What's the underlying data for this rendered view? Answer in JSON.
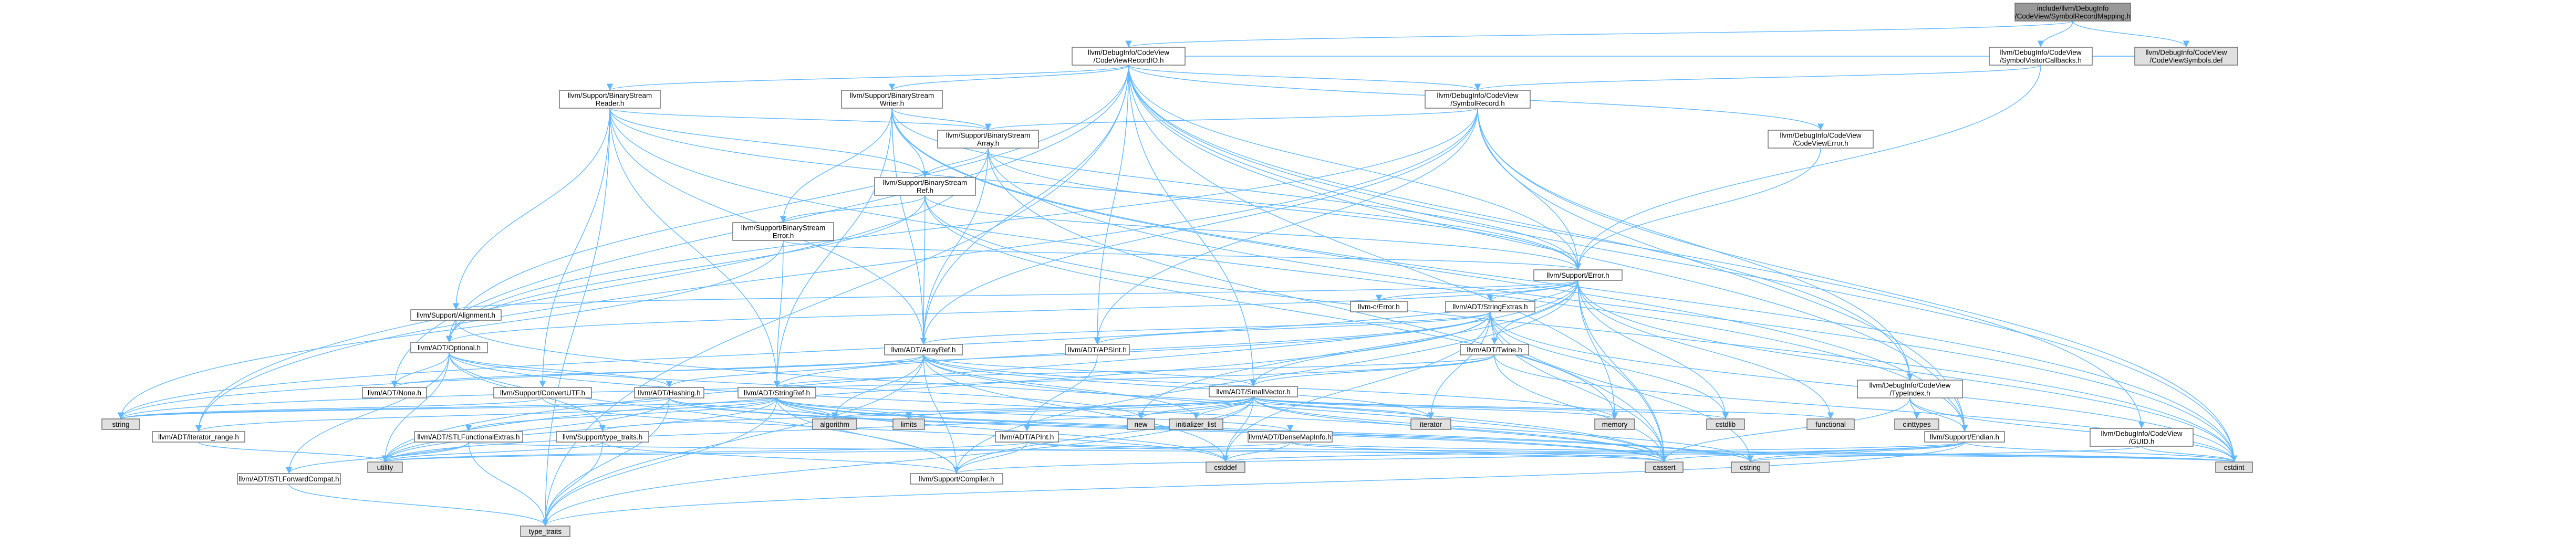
{
  "colors": {
    "edge": "#63B8FF",
    "node_border": "#666666",
    "node_border_highlight": "#FF0000",
    "root_fill": "#999999",
    "node_fill": "#ffffff",
    "generated_fill": "#E0E0E0"
  },
  "nodes": [
    {
      "id": "root",
      "style": "root",
      "lines": [
        "include/llvm/DebugInfo",
        "/CodeView/SymbolRecordMapping.h"
      ]
    },
    {
      "id": "cvrecordio",
      "style": "normal",
      "lines": [
        "llvm/DebugInfo/CodeView",
        "/CodeViewRecordIO.h"
      ]
    },
    {
      "id": "svcallbacks",
      "style": "normal",
      "lines": [
        "llvm/DebugInfo/CodeView",
        "/SymbolVisitorCallbacks.h"
      ]
    },
    {
      "id": "cvsymbolsdef",
      "style": "generated",
      "lines": [
        "llvm/DebugInfo/CodeView",
        "/CodeViewSymbols.def"
      ]
    },
    {
      "id": "bsreader",
      "style": "normal",
      "lines": [
        "llvm/Support/BinaryStream",
        "Reader.h"
      ]
    },
    {
      "id": "bswriter",
      "style": "normal",
      "lines": [
        "llvm/Support/BinaryStream",
        "Writer.h"
      ]
    },
    {
      "id": "symbolrecord",
      "style": "red",
      "lines": [
        "llvm/DebugInfo/CodeView",
        "/SymbolRecord.h"
      ]
    },
    {
      "id": "bsarray",
      "style": "red",
      "lines": [
        "llvm/Support/BinaryStream",
        "Array.h"
      ]
    },
    {
      "id": "cverror",
      "style": "normal",
      "lines": [
        "llvm/DebugInfo/CodeView",
        "/CodeViewError.h"
      ]
    },
    {
      "id": "bsref",
      "style": "red",
      "lines": [
        "llvm/Support/BinaryStream",
        "Ref.h"
      ]
    },
    {
      "id": "bserror",
      "style": "normal",
      "lines": [
        "llvm/Support/BinaryStream",
        "Error.h"
      ]
    },
    {
      "id": "error",
      "style": "red",
      "lines": [
        "llvm/Support/Error.h"
      ]
    },
    {
      "id": "cerror",
      "style": "red",
      "lines": [
        "llvm-c/Error.h"
      ]
    },
    {
      "id": "stringextras",
      "style": "red",
      "lines": [
        "llvm/ADT/StringExtras.h"
      ]
    },
    {
      "id": "alignment",
      "style": "red",
      "lines": [
        "llvm/Support/Alignment.h"
      ]
    },
    {
      "id": "optional",
      "style": "normal",
      "lines": [
        "llvm/ADT/Optional.h"
      ]
    },
    {
      "id": "arrayref",
      "style": "red",
      "lines": [
        "llvm/ADT/ArrayRef.h"
      ]
    },
    {
      "id": "apsint",
      "style": "normal",
      "lines": [
        "llvm/ADT/APSInt.h"
      ]
    },
    {
      "id": "twine",
      "style": "red",
      "lines": [
        "llvm/ADT/Twine.h"
      ]
    },
    {
      "id": "smallvector",
      "style": "normal",
      "lines": [
        "llvm/ADT/SmallVector.h"
      ]
    },
    {
      "id": "none",
      "style": "normal",
      "lines": [
        "llvm/ADT/None.h"
      ]
    },
    {
      "id": "convertutf",
      "style": "normal",
      "lines": [
        "llvm/Support/ConvertUTF.h"
      ]
    },
    {
      "id": "hashing",
      "style": "red",
      "lines": [
        "llvm/ADT/Hashing.h"
      ]
    },
    {
      "id": "stringref",
      "style": "normal",
      "lines": [
        "llvm/ADT/StringRef.h"
      ]
    },
    {
      "id": "typeindex",
      "style": "normal",
      "lines": [
        "llvm/DebugInfo/CodeView",
        "/TypeIndex.h"
      ]
    },
    {
      "id": "iteratorrange",
      "style": "normal",
      "lines": [
        "llvm/ADT/iterator_range.h"
      ]
    },
    {
      "id": "stlfunctionalextras",
      "style": "normal",
      "lines": [
        "llvm/ADT/STLFunctionalExtras.h"
      ]
    },
    {
      "id": "typetraitsh",
      "style": "normal",
      "lines": [
        "llvm/Support/type_traits.h"
      ]
    },
    {
      "id": "apint",
      "style": "red",
      "lines": [
        "llvm/ADT/APInt.h"
      ]
    },
    {
      "id": "densemapinfo",
      "style": "red",
      "lines": [
        "llvm/ADT/DenseMapInfo.h"
      ]
    },
    {
      "id": "endian",
      "style": "red",
      "lines": [
        "llvm/Support/Endian.h"
      ]
    },
    {
      "id": "guid",
      "style": "normal",
      "lines": [
        "llvm/DebugInfo/CodeView",
        "/GUID.h"
      ]
    },
    {
      "id": "stlforwardcompat",
      "style": "normal",
      "lines": [
        "llvm/ADT/STLForwardCompat.h"
      ]
    },
    {
      "id": "compiler",
      "style": "red",
      "lines": [
        "llvm/Support/Compiler.h"
      ]
    },
    {
      "id": "string",
      "style": "sys",
      "lines": [
        "string"
      ]
    },
    {
      "id": "algorithm",
      "style": "sys",
      "lines": [
        "algorithm"
      ]
    },
    {
      "id": "limits",
      "style": "sys",
      "lines": [
        "limits"
      ]
    },
    {
      "id": "new",
      "style": "sys",
      "lines": [
        "new"
      ]
    },
    {
      "id": "initializer_list",
      "style": "sys",
      "lines": [
        "initializer_list"
      ]
    },
    {
      "id": "iterator",
      "style": "sys",
      "lines": [
        "iterator"
      ]
    },
    {
      "id": "memory",
      "style": "sys",
      "lines": [
        "memory"
      ]
    },
    {
      "id": "cstdlib",
      "style": "sys",
      "lines": [
        "cstdlib"
      ]
    },
    {
      "id": "functional",
      "style": "sys",
      "lines": [
        "functional"
      ]
    },
    {
      "id": "cinttypes",
      "style": "sys",
      "lines": [
        "cinttypes"
      ]
    },
    {
      "id": "utility",
      "style": "sys",
      "lines": [
        "utility"
      ]
    },
    {
      "id": "cstddef",
      "style": "sys",
      "lines": [
        "cstddef"
      ]
    },
    {
      "id": "cassert",
      "style": "sys",
      "lines": [
        "cassert"
      ]
    },
    {
      "id": "cstring",
      "style": "sys",
      "lines": [
        "cstring"
      ]
    },
    {
      "id": "cstdint",
      "style": "sys",
      "lines": [
        "cstdint"
      ]
    },
    {
      "id": "type_traits",
      "style": "sys",
      "lines": [
        "type_traits"
      ]
    }
  ],
  "edges": [
    [
      "root",
      "cvrecordio"
    ],
    [
      "root",
      "svcallbacks"
    ],
    [
      "root",
      "cvsymbolsdef"
    ],
    [
      "cvrecordio",
      "bsreader"
    ],
    [
      "cvrecordio",
      "bswriter"
    ],
    [
      "cvrecordio",
      "symbolrecord"
    ],
    [
      "cvrecordio",
      "cverror"
    ],
    [
      "cvrecordio",
      "typeindex"
    ],
    [
      "cvrecordio",
      "guid"
    ],
    [
      "cvrecordio",
      "error"
    ],
    [
      "cvrecordio",
      "optional"
    ],
    [
      "cvrecordio",
      "arrayref"
    ],
    [
      "cvrecordio",
      "apsint"
    ],
    [
      "cvrecordio",
      "smallvector"
    ],
    [
      "cvrecordio",
      "none"
    ],
    [
      "cvrecordio",
      "cvsymbolsdef"
    ],
    [
      "cvrecordio",
      "cstdint"
    ],
    [
      "cvrecordio",
      "type_traits"
    ],
    [
      "cvrecordio",
      "cassert"
    ],
    [
      "cvrecordio",
      "endian"
    ],
    [
      "svcallbacks",
      "symbolrecord"
    ],
    [
      "svcallbacks",
      "cvsymbolsdef"
    ],
    [
      "svcallbacks",
      "error"
    ],
    [
      "bsreader",
      "bsarray"
    ],
    [
      "bsreader",
      "bsref"
    ],
    [
      "bsreader",
      "alignment"
    ],
    [
      "bsreader",
      "arrayref"
    ],
    [
      "bsreader",
      "stringref"
    ],
    [
      "bsreader",
      "convertutf"
    ],
    [
      "bsreader",
      "endian"
    ],
    [
      "bsreader",
      "error"
    ],
    [
      "bsreader",
      "type_traits"
    ],
    [
      "bswriter",
      "bsarray"
    ],
    [
      "bswriter",
      "bserror"
    ],
    [
      "bswriter",
      "bsref"
    ],
    [
      "bswriter",
      "arrayref"
    ],
    [
      "bswriter",
      "stringref"
    ],
    [
      "bswriter",
      "error"
    ],
    [
      "bswriter",
      "endian"
    ],
    [
      "bswriter",
      "cstdint"
    ],
    [
      "symbolrecord",
      "bsarray"
    ],
    [
      "symbolrecord",
      "arrayref"
    ],
    [
      "symbolrecord",
      "apsint"
    ],
    [
      "symbolrecord",
      "optional"
    ],
    [
      "symbolrecord",
      "iteratorrange"
    ],
    [
      "symbolrecord",
      "typeindex"
    ],
    [
      "symbolrecord",
      "endian"
    ],
    [
      "symbolrecord",
      "error"
    ],
    [
      "symbolrecord",
      "cstdint"
    ],
    [
      "symbolrecord",
      "vector_none"
    ],
    [
      "bsarray",
      "bsref"
    ],
    [
      "bsarray",
      "arrayref"
    ],
    [
      "bsarray",
      "iteratorrange"
    ],
    [
      "bsarray",
      "error"
    ],
    [
      "bsarray",
      "cassert"
    ],
    [
      "bsarray",
      "cstdint"
    ],
    [
      "cverror",
      "error"
    ],
    [
      "bsref",
      "bserror"
    ],
    [
      "bsref",
      "arrayref"
    ],
    [
      "bsref",
      "optional"
    ],
    [
      "bsref",
      "error"
    ],
    [
      "bsref",
      "cstdint"
    ],
    [
      "bsref",
      "memory"
    ],
    [
      "bserror",
      "stringref"
    ],
    [
      "bserror",
      "error"
    ],
    [
      "bserror",
      "string"
    ],
    [
      "error",
      "cerror"
    ],
    [
      "error",
      "stringextras"
    ],
    [
      "error",
      "twine"
    ],
    [
      "error",
      "alignment"
    ],
    [
      "error",
      "compiler"
    ],
    [
      "error",
      "cassert"
    ],
    [
      "error",
      "cstdint"
    ],
    [
      "error",
      "cstdlib"
    ],
    [
      "error",
      "functional"
    ],
    [
      "error",
      "memory"
    ],
    [
      "error",
      "new"
    ],
    [
      "error",
      "optional"
    ],
    [
      "error",
      "string"
    ],
    [
      "error",
      "utility"
    ],
    [
      "error",
      "vector_none"
    ],
    [
      "stringextras",
      "apsint"
    ],
    [
      "stringextras",
      "arrayref"
    ],
    [
      "stringextras",
      "smallvector"
    ],
    [
      "stringextras",
      "stringref"
    ],
    [
      "stringextras",
      "twine"
    ],
    [
      "stringextras",
      "cassert"
    ],
    [
      "stringextras",
      "cstddef"
    ],
    [
      "stringextras",
      "cstdint"
    ],
    [
      "stringextras",
      "cstdlib"
    ],
    [
      "stringextras",
      "cstring"
    ],
    [
      "stringextras",
      "iterator"
    ],
    [
      "stringextras",
      "string"
    ],
    [
      "stringextras",
      "utility"
    ],
    [
      "alignment",
      "optional"
    ],
    [
      "alignment",
      "cassert"
    ],
    [
      "optional",
      "none"
    ],
    [
      "optional",
      "stlforwardcompat"
    ],
    [
      "optional",
      "compiler"
    ],
    [
      "optional",
      "typetraitsh"
    ],
    [
      "optional",
      "cassert"
    ],
    [
      "optional",
      "new"
    ],
    [
      "optional",
      "utility"
    ],
    [
      "optional",
      "hashing"
    ],
    [
      "arrayref",
      "hashing"
    ],
    [
      "arrayref",
      "none"
    ],
    [
      "arrayref",
      "smallvector"
    ],
    [
      "arrayref",
      "stlextras_none"
    ],
    [
      "arrayref",
      "compiler"
    ],
    [
      "arrayref",
      "algorithm"
    ],
    [
      "arrayref",
      "array_none"
    ],
    [
      "arrayref",
      "cassert"
    ],
    [
      "arrayref",
      "cstddef"
    ],
    [
      "arrayref",
      "initializer_list"
    ],
    [
      "arrayref",
      "iterator"
    ],
    [
      "arrayref",
      "memory"
    ],
    [
      "arrayref",
      "type_traits"
    ],
    [
      "arrayref",
      "vector_none"
    ],
    [
      "apsint",
      "apint"
    ],
    [
      "twine",
      "smallvector"
    ],
    [
      "twine",
      "stringref"
    ],
    [
      "twine",
      "cassert"
    ],
    [
      "twine",
      "cstdint"
    ],
    [
      "twine",
      "string"
    ],
    [
      "smallvector",
      "compiler"
    ],
    [
      "smallvector",
      "typetraitsh"
    ],
    [
      "smallvector",
      "algorithm"
    ],
    [
      "smallvector",
      "cassert"
    ],
    [
      "smallvector",
      "cstddef"
    ],
    [
      "smallvector",
      "cstdlib"
    ],
    [
      "smallvector",
      "cstring"
    ],
    [
      "smallvector",
      "functional"
    ],
    [
      "smallvector",
      "initializer_list"
    ],
    [
      "smallvector",
      "iterator"
    ],
    [
      "smallvector",
      "limits"
    ],
    [
      "smallvector",
      "memory"
    ],
    [
      "smallvector",
      "new"
    ],
    [
      "smallvector",
      "type_traits"
    ],
    [
      "smallvector",
      "utility"
    ],
    [
      "convertutf",
      "string"
    ],
    [
      "convertutf",
      "cstddef"
    ],
    [
      "hashing",
      "type_traits"
    ],
    [
      "hashing",
      "algorithm"
    ],
    [
      "hashing",
      "cassert"
    ],
    [
      "hashing",
      "cstring"
    ],
    [
      "hashing",
      "string"
    ],
    [
      "hashing",
      "utility"
    ],
    [
      "stringref",
      "stlfunctionalextras"
    ],
    [
      "stringref",
      "iteratorrange"
    ],
    [
      "stringref",
      "compiler"
    ],
    [
      "stringref",
      "algorithm"
    ],
    [
      "stringref",
      "cassert"
    ],
    [
      "stringref",
      "cstddef"
    ],
    [
      "stringref",
      "cstring"
    ],
    [
      "stringref",
      "limits"
    ],
    [
      "stringref",
      "string"
    ],
    [
      "stringref",
      "type_traits"
    ],
    [
      "stringref",
      "utility"
    ],
    [
      "stringref",
      "densemapinfo"
    ],
    [
      "typeindex",
      "endian"
    ],
    [
      "typeindex",
      "cassert"
    ],
    [
      "typeindex",
      "cinttypes"
    ],
    [
      "typeindex",
      "cstdint"
    ],
    [
      "iteratorrange",
      "utility"
    ],
    [
      "stlfunctionalextras",
      "stlforwardcompat"
    ],
    [
      "stlfunctionalextras",
      "type_traits"
    ],
    [
      "stlfunctionalextras",
      "utility"
    ],
    [
      "stlfunctionalextras",
      "cstdint"
    ],
    [
      "typetraitsh",
      "compiler"
    ],
    [
      "typetraitsh",
      "type_traits"
    ],
    [
      "typetraitsh",
      "utility"
    ],
    [
      "apint",
      "compiler"
    ],
    [
      "apint",
      "cassert"
    ],
    [
      "apint",
      "utility"
    ],
    [
      "apint",
      "cstdint"
    ],
    [
      "densemapinfo",
      "cassert"
    ],
    [
      "densemapinfo",
      "cstddef"
    ],
    [
      "densemapinfo",
      "cstdint"
    ],
    [
      "densemapinfo",
      "utility"
    ],
    [
      "endian",
      "compiler"
    ],
    [
      "endian",
      "cassert"
    ],
    [
      "endian",
      "cstddef"
    ],
    [
      "endian",
      "cstdint"
    ],
    [
      "endian",
      "cstring"
    ],
    [
      "endian",
      "type_traits"
    ],
    [
      "guid",
      "cstdint"
    ],
    [
      "guid",
      "cstring"
    ],
    [
      "stlforwardcompat",
      "type_traits"
    ]
  ]
}
